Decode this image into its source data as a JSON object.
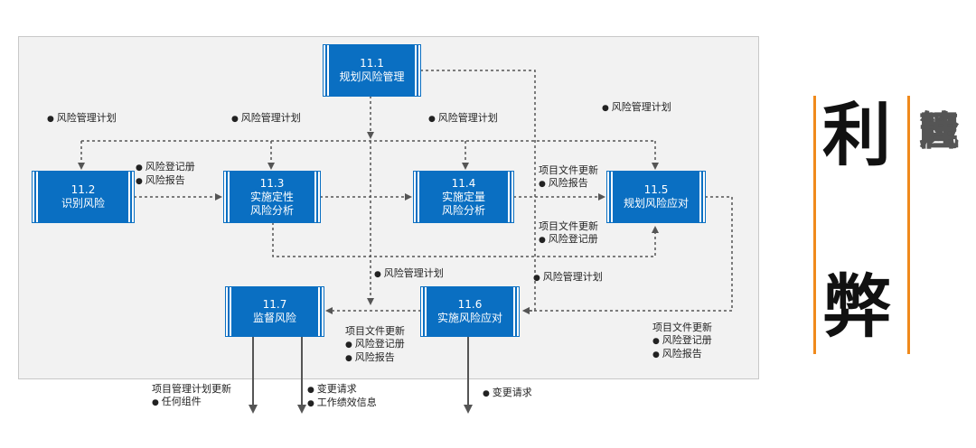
{
  "processes": {
    "p11_1": {
      "num": "11.1",
      "name": "规划风险管理"
    },
    "p11_2": {
      "num": "11.2",
      "name": "识别风险"
    },
    "p11_3": {
      "num": "11.3",
      "name_line1": "实施定性",
      "name_line2": "风险分析"
    },
    "p11_4": {
      "num": "11.4",
      "name_line1": "实施定量",
      "name_line2": "风险分析"
    },
    "p11_5": {
      "num": "11.5",
      "name": "规划风险应对"
    },
    "p11_6": {
      "num": "11.6",
      "name": "实施风险应对"
    },
    "p11_7": {
      "num": "11.7",
      "name": "监督风险"
    }
  },
  "labels": {
    "rm_plan_1": "风险管理计划",
    "rm_plan_2": "风险管理计划",
    "rm_plan_3": "风险管理计划",
    "rm_plan_4": "风险管理计划",
    "rm_plan_5": "风险管理计划",
    "rm_plan_6": "风险管理计划",
    "reg_1": "风险登记册",
    "rep_1": "风险报告",
    "upd_1": "项目文件更新",
    "rep_2": "风险报告",
    "upd_2": "项目文件更新",
    "reg_2": "风险登记册",
    "upd_3": "项目文件更新",
    "reg_3": "风险登记册",
    "rep_3": "风险报告",
    "upd_4": "项目文件更新",
    "reg_4": "风险登记册",
    "rep_4": "风险报告",
    "pmp_update": "项目管理计划更新",
    "any_component": "任何组件",
    "change_req_1": "变更请求",
    "work_perf": "工作绩效信息",
    "change_req_2": "变更请求"
  },
  "side": {
    "char_li": "利",
    "char_bi": "弊",
    "v1": "风",
    "v2": "险",
    "v3": "管",
    "v4": "理"
  },
  "colors": {
    "process_fill": "#0a6fc2",
    "accent": "#f08a1c"
  }
}
